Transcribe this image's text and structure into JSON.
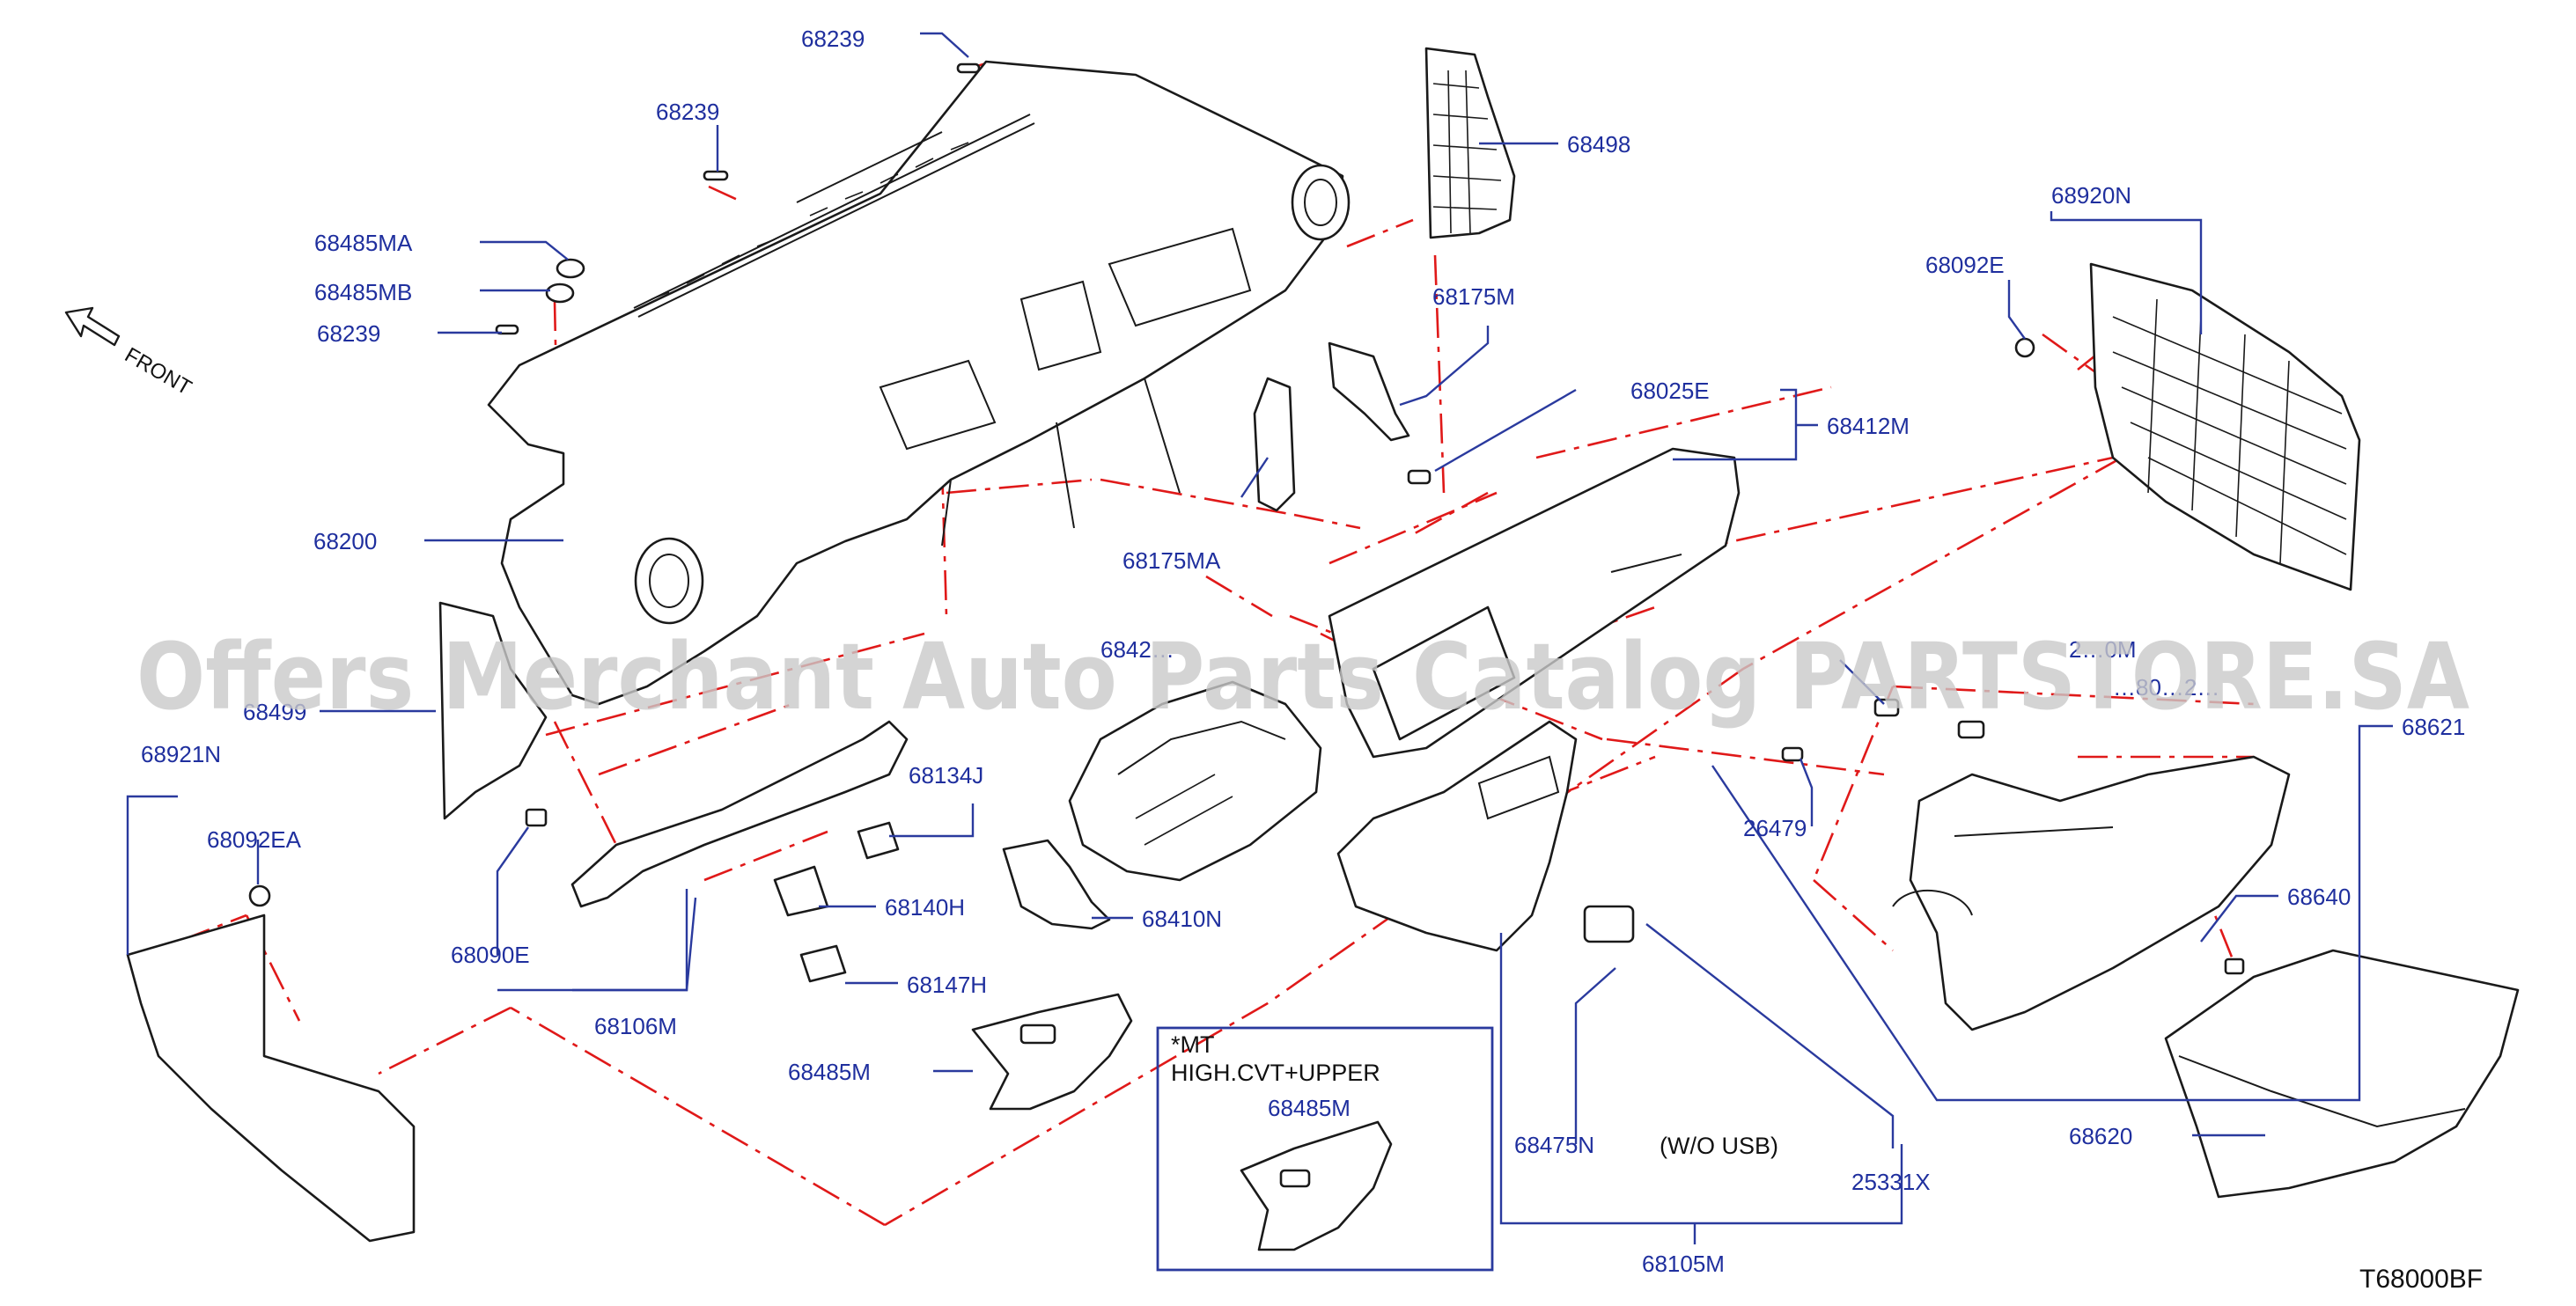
{
  "diagram": {
    "code": "T68000BF",
    "watermark": "Offers Merchant Auto Parts Catalog PARTSTORE.SA",
    "front_label": "FRONT",
    "inset_note_line1": "*MT",
    "inset_note_line2": "HIGH.CVT+UPPER",
    "wo_usb": "(W/O   USB)",
    "colors": {
      "label": "#1f2f9e",
      "leader": "#2a3a9e",
      "dash": "#e01919",
      "part": "#1a1a1a"
    },
    "labels": {
      "p68239a": "68239",
      "p68239b": "68239",
      "p68239c": "68239",
      "p68485MA": "68485MA",
      "p68485MB": "68485MB",
      "p68200": "68200",
      "p68498": "68498",
      "p68175M": "68175M",
      "p68175MA": "68175MA",
      "p68920N": "68920N",
      "p68092E": "68092E",
      "p68025E": "68025E",
      "p68412M": "68412M",
      "p68499": "68499",
      "p68921N": "68921N",
      "p68092EA": "68092EA",
      "p68090E": "68090E",
      "p68106M": "68106M",
      "p68134J": "68134J",
      "p68140H": "68140H",
      "p68147H": "68147H",
      "p68410N": "68410N",
      "p68485M": "68485M",
      "p68485M_inset": "68485M",
      "p68420": "6842…",
      "p26479": "26479",
      "p25600M": "2…0M",
      "p68012": "…80…2…",
      "p68621": "68621",
      "p68640": "68640",
      "p68620": "68620",
      "p68475N": "68475N",
      "p25331X": "25331X",
      "p68105M": "68105M"
    }
  }
}
